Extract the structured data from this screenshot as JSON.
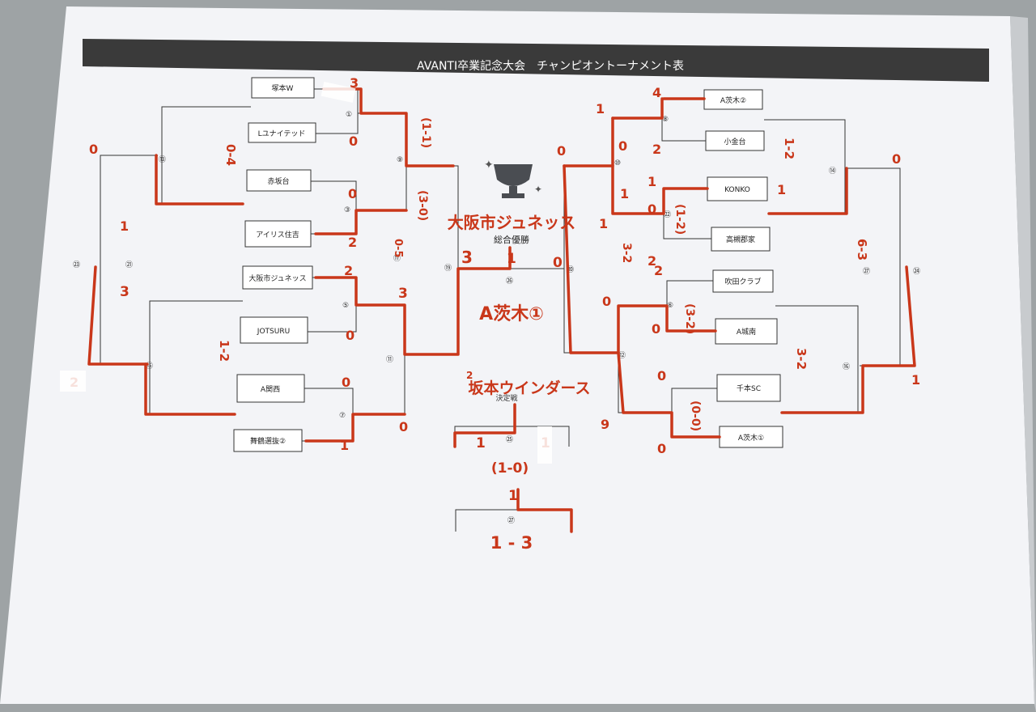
{
  "colors": {
    "paper": "#f3f4f7",
    "ink": "#333333",
    "red_marker": "#c9371a",
    "banner": "#3a3a3a",
    "background": "#9ea3a5"
  },
  "icons": {
    "trophy": "trophy-icon",
    "sparkle": "sparkle-icon"
  },
  "banner": {
    "title": "AVANTI卒業記念大会　チャンピオントーナメント表"
  },
  "teams_left": [
    "塚本W",
    "Lユナイテッド",
    "赤坂台",
    "アイリス住吉",
    "大阪市ジュネッス",
    "JOTSURU",
    "A関西",
    "舞鶴選抜②"
  ],
  "teams_right": [
    "A茨木②",
    "小金台",
    "KONKO",
    "高槻郡家",
    "吹田クラブ",
    "A城南",
    "千本SC",
    "A茨木①"
  ],
  "match_numbers": {
    "m1": "①",
    "m3": "③",
    "m5": "⑤",
    "m7": "⑦",
    "m9": "⑨",
    "m11": "⑪",
    "m13": "⑬",
    "m15": "⑮",
    "m17": "⑰",
    "m19": "⑲",
    "m21": "㉑",
    "m23": "㉓",
    "m25": "㉕",
    "m26": "㉖",
    "m27": "㉗",
    "r_a": "⑧",
    "r_b": "⑩",
    "r_c": "㉒",
    "r_d": "⑥",
    "r_e": "⑫",
    "r_f": "⑭",
    "r_g": "⑯",
    "r_h": "⑳",
    "r_i": "㉔",
    "r_j": "㉗"
  },
  "center": {
    "winner_name": "大阪市ジュネッス",
    "overall_label": "総合優勝",
    "third_winner": "A茨木①",
    "runner_name": "坂本ウインダース",
    "runner_label": "決定戦",
    "runner_mark": "2",
    "pk_25": "(1-0)",
    "final_27": "1 - 3",
    "score_25_left": "1",
    "score_25_right": "1",
    "score_25_top": "1",
    "score_27_top": "1",
    "final_left": "3",
    "final_right": "0",
    "final_top": "1"
  },
  "scores_left": {
    "r1_1": "3",
    "r1_2": "0",
    "r1_3": "0",
    "r1_4": "2",
    "r1_5": "2",
    "r1_6": "0",
    "r1_7": "0",
    "r1_8": "1",
    "qf_a": "0-4",
    "qf_b": "1-2",
    "qf_c": "2",
    "qf_d": "0",
    "sf_top": "(1-1)",
    "sf_mid": "(3-0)",
    "sf_pk": "0-5",
    "sf_r": "3",
    "sf_b": "0",
    "semi": "1",
    "semi_b": "3",
    "outer": "0",
    "outer_b": "2"
  },
  "scores_right": {
    "r1_1": "4",
    "r1_2": "2",
    "r1_3": "1",
    "r1_4": "2",
    "r1_5": "0",
    "r1_6": "0",
    "r1_7": "0",
    "r1_8": "0",
    "qf_a": "0",
    "qf_b": "1",
    "qf_c": "(1-2)",
    "qf_d": "(3-2)",
    "qf_e": "(0-0)",
    "sf_a": "1",
    "sf_b": "2",
    "sf_c": "1",
    "sf_d": "9",
    "sf_e": "0",
    "outer_a": "1-2",
    "outer_b": "3-2",
    "outer_c": "6-3",
    "semi_a": "0",
    "semi_b": "1",
    "semi_c": "3-2",
    "mid": "1",
    "mid_b": "0"
  }
}
